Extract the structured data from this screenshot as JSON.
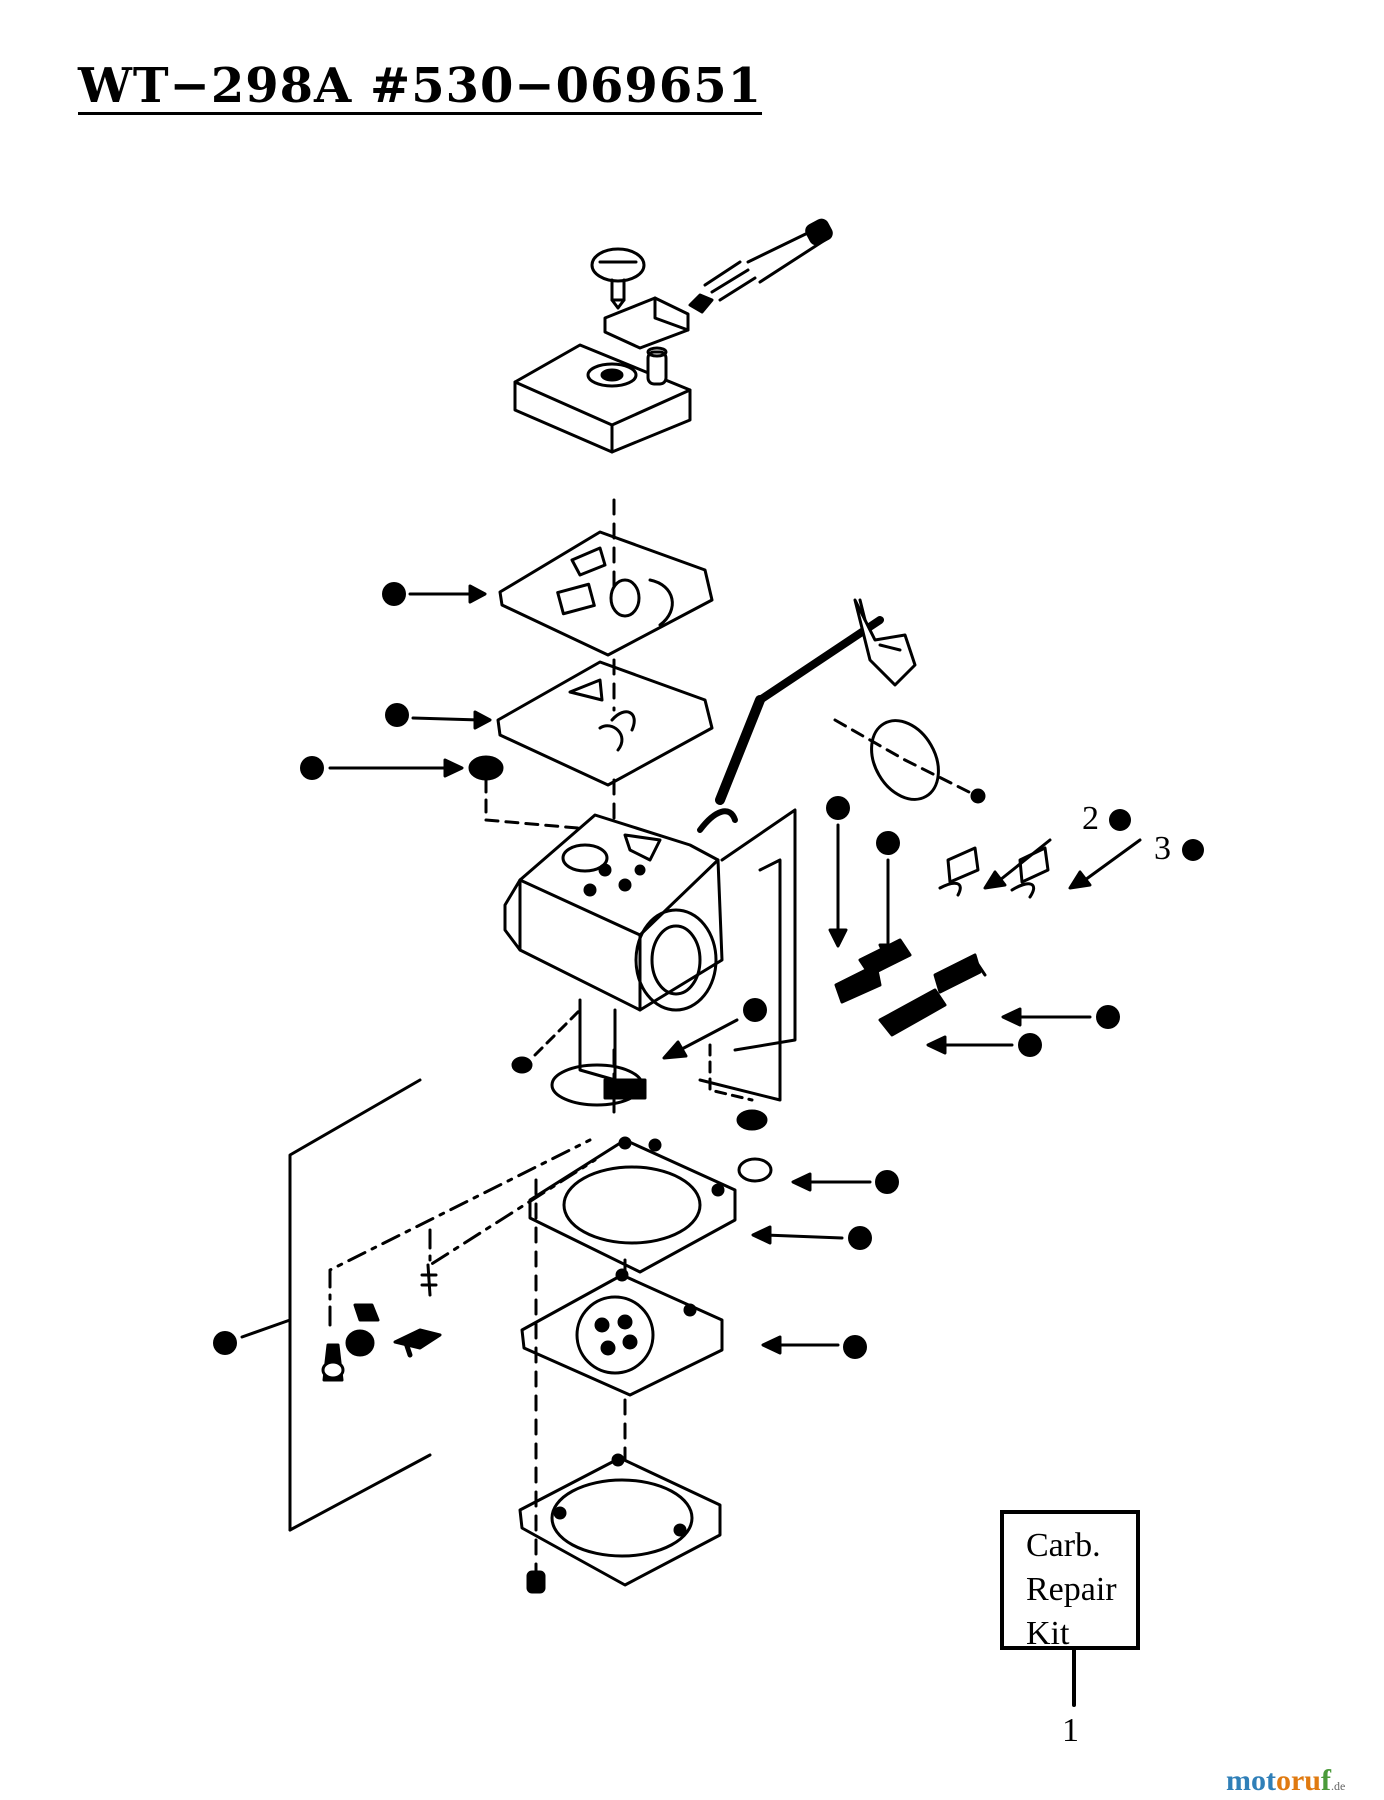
{
  "title": "WT−298A #530−069651",
  "kit": {
    "lines": [
      "Carb.",
      "Repair",
      "Kit"
    ],
    "ref_number": "1"
  },
  "callouts": [
    "2",
    "3"
  ],
  "watermark": {
    "part_a": "mot",
    "part_b": "oru",
    "part_c": "f",
    "suffix": ".de"
  },
  "colors": {
    "ink": "#000000",
    "watermark_blue": "#2f7fb8",
    "watermark_orange": "#e07a10",
    "watermark_green": "#4a9a3a"
  }
}
